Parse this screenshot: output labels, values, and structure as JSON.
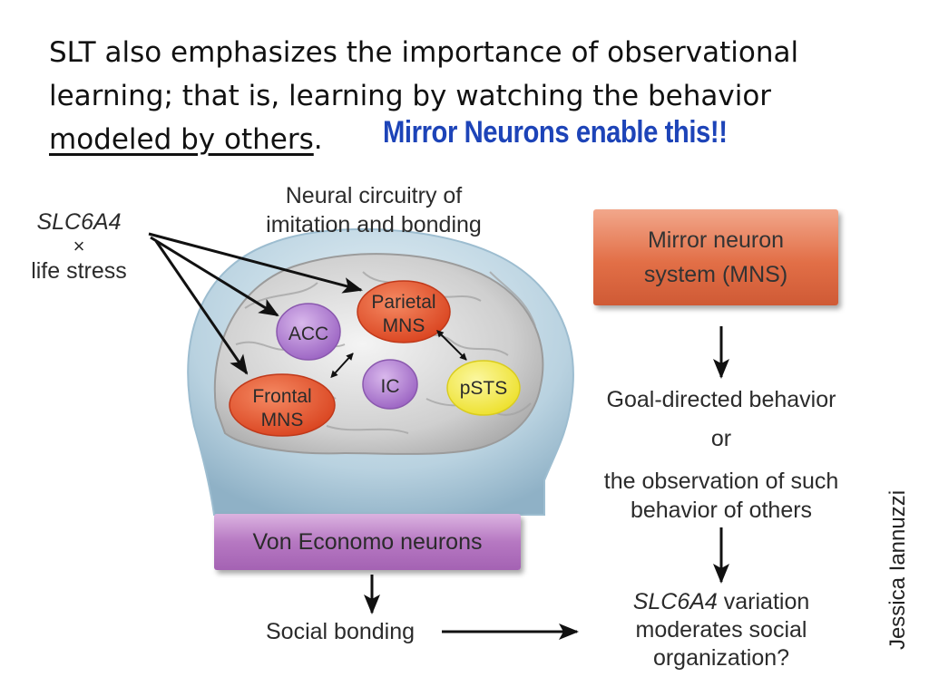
{
  "heading": {
    "line1": "SLT also emphasizes the importance of observational",
    "line2": "learning; that is, learning by watching the behavior",
    "line3_underlined": "modeled by others",
    "line3_end": ".",
    "callout": "Mirror Neurons enable this!!"
  },
  "diagram": {
    "title_line1": "Neural circuitry of",
    "title_line2": "imitation and bonding",
    "gene": "SLC6A4",
    "times": "×",
    "stress": "life stress",
    "regions": {
      "acc": "ACC",
      "parietal_line1": "Parietal",
      "parietal_line2": "MNS",
      "frontal_line1": "Frontal",
      "frontal_line2": "MNS",
      "ic": "IC",
      "psts": "pSTS"
    },
    "mns_box_line1": "Mirror neuron",
    "mns_box_line2": "system (MNS)",
    "goal_behavior": "Goal-directed behavior",
    "or": "or",
    "observation_line1": "the observation of such",
    "observation_line2": "behavior of others",
    "variation_gene": "SLC6A4",
    "variation_rest": " variation",
    "moderates": "moderates social",
    "organization": "organization?",
    "von_economo": "Von Economo neurons",
    "social_bonding": "Social bonding",
    "credit": "Jessica Iannuzzi"
  },
  "colors": {
    "callout": "#1d44b8",
    "red_region": "#e0532f",
    "purple_region": "#a678c8",
    "yellow_region": "#f2ea3a"
  }
}
